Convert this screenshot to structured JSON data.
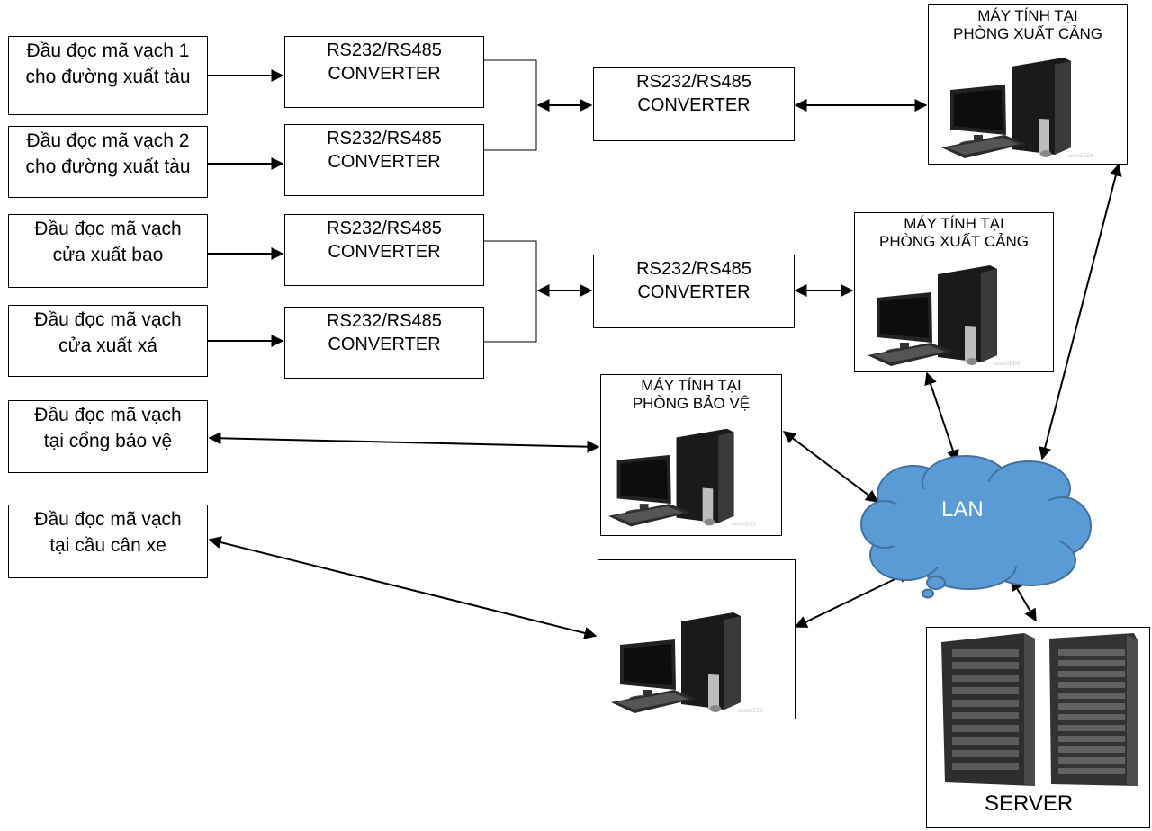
{
  "readers": {
    "r1": [
      "Đầu đọc mã vạch 1",
      "cho đường xuất tàu"
    ],
    "r2": [
      "Đầu đọc mã vạch 2",
      "cho đường xuất tàu"
    ],
    "r3": [
      "Đầu đọc mã vạch",
      "cửa xuất bao"
    ],
    "r4": [
      "Đầu đọc mã vạch",
      "cửa xuất xá"
    ],
    "r5": [
      "Đầu đọc mã vạch",
      "tại cổng bảo vệ"
    ],
    "r6": [
      "Đầu đọc mã vạch",
      "tại cầu cân xe"
    ]
  },
  "converter": [
    "RS232/RS485",
    "CONVERTER"
  ],
  "computers": {
    "export_port": [
      "MÁY TÍNH TẠI",
      "PHÒNG XUẤT CẢNG"
    ],
    "security": [
      "MÁY TÍNH TẠI",
      "PHÒNG BẢO VỆ"
    ]
  },
  "watermark": "wiseGEEK",
  "network": {
    "label": "LAN",
    "color": "#5b9bd5",
    "border": "#41719c"
  },
  "server": {
    "label": "SERVER"
  }
}
